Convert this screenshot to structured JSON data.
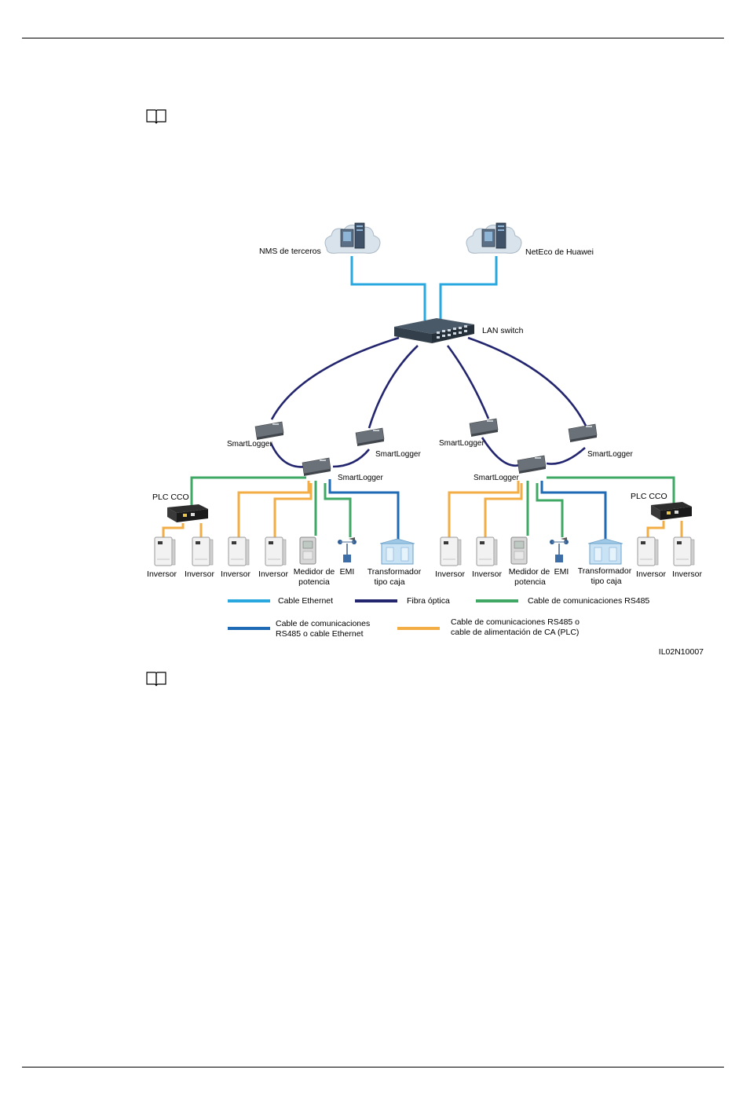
{
  "labels": {
    "nms": "NMS de terceros",
    "neteco": "NetEco de Huawei",
    "lan_switch": "LAN switch",
    "smartlogger": "SmartLogger",
    "plc_cco": "PLC CCO",
    "inversor": "Inversor",
    "medidor_1": "Medidor de",
    "medidor_2": "potencia",
    "emi": "EMI",
    "transformador_1": "Transformador",
    "transformador_2": "tipo caja",
    "figure_id": "IL02N10007"
  },
  "legend": {
    "ethernet": "Cable Ethernet",
    "fibra": "Fibra óptica",
    "rs485": "Cable de comunicaciones RS485",
    "rs485_eth_1": "Cable de comunicaciones",
    "rs485_eth_2": "RS485 o cable Ethernet",
    "plc_1": "Cable de comunicaciones RS485 o",
    "plc_2": "cable de alimentación de CA (PLC)"
  },
  "colors": {
    "ethernet": "#29a8e0",
    "fibra": "#23266e",
    "rs485": "#3fa865",
    "rs485_eth": "#1f6ab4",
    "plc": "#f3ad45"
  },
  "icons": [
    "note-book-icon",
    "cloud-server-icon",
    "lan-switch-icon",
    "smartlogger-icon",
    "plc-cco-icon",
    "inverter-icon",
    "power-meter-icon",
    "emi-icon",
    "box-transformer-icon"
  ]
}
